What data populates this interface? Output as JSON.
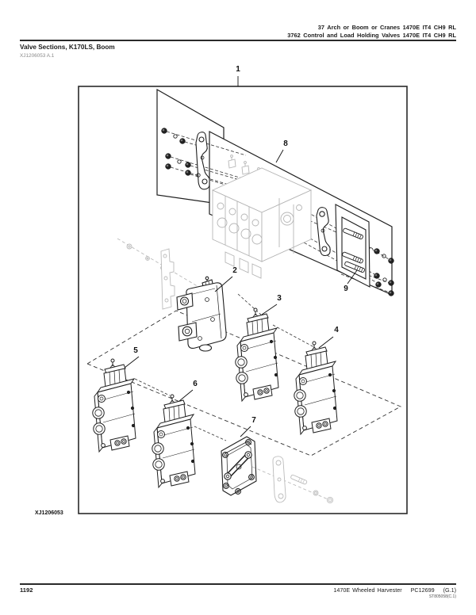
{
  "header": {
    "line1": "37 Arch or Boom or Cranes 1470E IT4 CH9 RL",
    "line2": "3762 Control and Load Holding Valves 1470E IT4 CH9 RL",
    "title": "Valve Sections, K170LS, Boom",
    "drawing_ref": "XJ1206053 A.1"
  },
  "diagram": {
    "figure_label": "XJ1206053",
    "callouts": [
      {
        "label": "1"
      },
      {
        "label": "2"
      },
      {
        "label": "3"
      },
      {
        "label": "4"
      },
      {
        "label": "5"
      },
      {
        "label": "6"
      },
      {
        "label": "7"
      },
      {
        "label": "8"
      },
      {
        "label": "9"
      }
    ]
  },
  "footer": {
    "page_number": "1192",
    "model": "1470E Wheeled Harvester",
    "catalog": "PC12699",
    "section": "(G.1)",
    "doc_ref": "ST805058(C.1)"
  },
  "colors": {
    "line": "#1f1f1f",
    "ghost": "#b5b5b5",
    "rule": "#2a2a2a"
  }
}
